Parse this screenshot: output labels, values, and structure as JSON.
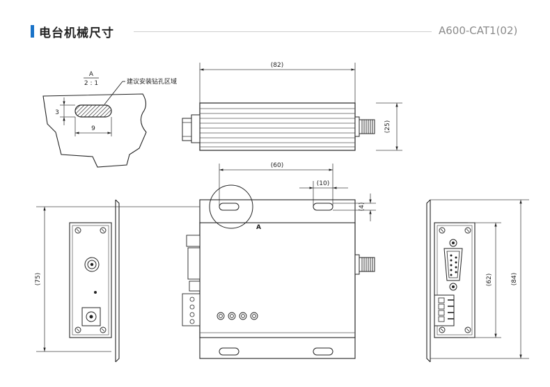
{
  "header": {
    "title": "电台机械尺寸",
    "model": "A600-CAT1(02)"
  },
  "detail": {
    "label_top": "A",
    "label_scale": "2 : 1",
    "note": "建议安装钻孔区域",
    "dim_height": "3",
    "dim_width": "9"
  },
  "dimensions": {
    "top_width": "(82)",
    "top_height": "(25)",
    "hole_spacing": "(60)",
    "slot_length": "(10)",
    "slot_height": "(4)",
    "side_height_left": "(75)",
    "right_hole_spacing": "(62)",
    "right_total_height": "(84)",
    "callout": "A"
  },
  "colors": {
    "accent": "#1a73c8",
    "line": "#222222",
    "dim_line": "#444444"
  }
}
